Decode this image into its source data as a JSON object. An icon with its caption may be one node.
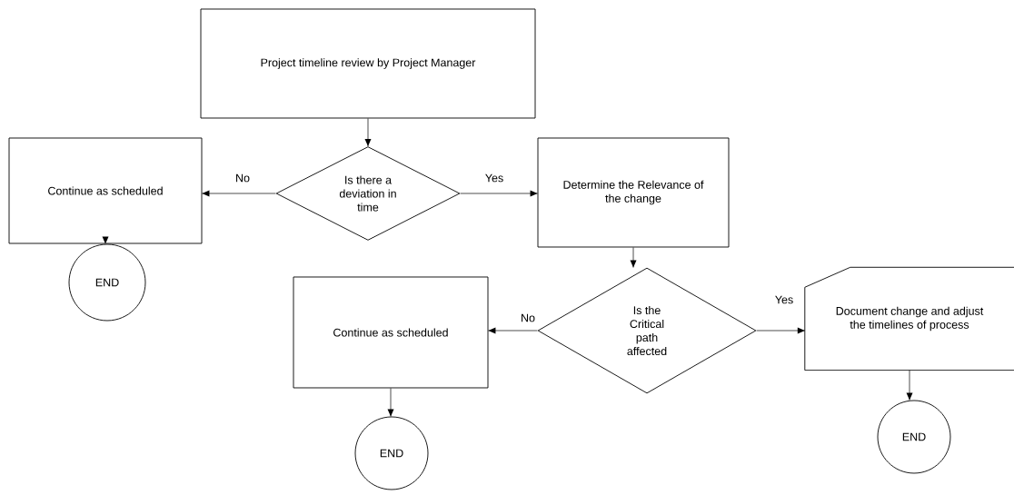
{
  "diagram": {
    "nodes": [
      {
        "text": [
          "Project timeline review by Project Manager"
        ]
      },
      {
        "text": [
          "Is there a deviation in time"
        ]
      },
      {
        "text": [
          "Continue as scheduled"
        ]
      },
      {
        "text": [
          "END"
        ]
      },
      {
        "text": [
          "Determine the Relevance of the change"
        ]
      },
      {
        "text": [
          "Is the Critical path affected"
        ]
      },
      {
        "text": [
          "Continue as scheduled"
        ]
      },
      {
        "text": [
          "END"
        ]
      },
      {
        "text": [
          "Document change and adjust the timelines of process"
        ]
      },
      {
        "text": [
          "END"
        ]
      }
    ],
    "edges": [
      {
        "from": 0,
        "to": 1,
        "arrow": "to"
      },
      {
        "from": 1,
        "to": 2,
        "arrow": "to",
        "label": "No"
      },
      {
        "from": 1,
        "to": 4,
        "arrow": "to",
        "label": "Yes"
      },
      {
        "from": 2,
        "to": 3,
        "arrow": "to"
      },
      {
        "from": 4,
        "to": 5,
        "arrow": "to"
      },
      {
        "from": 5,
        "to": 6,
        "arrow": "to",
        "label": "No"
      },
      {
        "from": 5,
        "to": 8,
        "arrow": "to",
        "label": "Yes"
      },
      {
        "from": 6,
        "to": 7,
        "arrow": "to"
      },
      {
        "from": 8,
        "to": 9,
        "arrow": "to"
      }
    ]
  }
}
